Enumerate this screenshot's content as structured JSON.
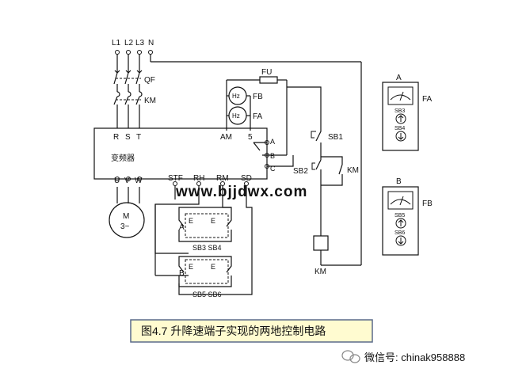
{
  "labels": {
    "l1": "L1",
    "l2": "L2",
    "l3": "L3",
    "n": "N",
    "qf": "QF",
    "km_main": "KM",
    "fu": "FU",
    "fb": "FB",
    "fa": "FA",
    "hz": "Hz",
    "r": "R",
    "s": "S",
    "t": "T",
    "am": "AM",
    "five": "5",
    "a": "A",
    "b": "B",
    "c": "C",
    "vfd": "变频器",
    "u": "U",
    "v": "V",
    "w": "W",
    "stf": "STF",
    "rh": "RH",
    "rm": "RM",
    "sd": "SD",
    "motor_m": "M",
    "motor_phase": "3~",
    "sb1": "SB1",
    "sb2": "SB2",
    "km_coil_side": "KM",
    "km_coil": "KM",
    "e": "E",
    "group_a": "A",
    "group_b": "B",
    "sb3_sb4": "SB3 SB4",
    "sb5_sb6": "SB5 SB6",
    "panel_a_title": "A",
    "panel_a_meter": "FA",
    "panel_b_title": "B",
    "panel_b_meter": "FB",
    "sb3": "SB3",
    "sb4": "SB4",
    "sb5": "SB5",
    "sb6": "SB6"
  },
  "watermark": "www.bjjdwx.com",
  "caption": "图4.7 升降速端子实现的两地控制电路",
  "footer": "微信号: chinak958888",
  "colors": {
    "watermark": "#1fbf1f",
    "caption_bg": "#fffbd0",
    "caption_border": "#5a6a8a"
  }
}
